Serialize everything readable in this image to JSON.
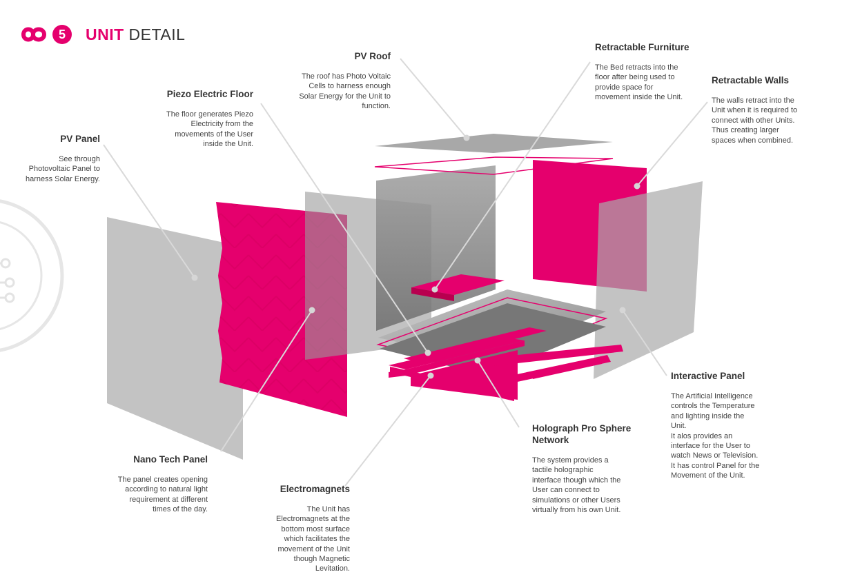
{
  "header": {
    "logo_number": "5",
    "title_bold": "UNIT",
    "title_rest": " DETAIL"
  },
  "labels": {
    "pv_roof": {
      "title": "PV Roof",
      "desc": "The roof has Photo Voltaic\nCells to harness  enough\nSolar Energy for the Unit to\nfunction."
    },
    "retractable_furniture": {
      "title": "Retractable Furniture",
      "desc": "The Bed retracts into the\nfloor after being used to\nprovide space for\nmovement inside the Unit."
    },
    "retractable_walls": {
      "title": "Retractable Walls",
      "desc": "The walls retract into the\nUnit when it is required to\nconnect with other Units.\nThus creating larger\nspaces when combined."
    },
    "piezo_floor": {
      "title": "Piezo Electric Floor",
      "desc": "The floor generates Piezo\nElectricity from the\nmovements of the User\ninside the Unit."
    },
    "pv_panel": {
      "title": "PV Panel",
      "desc": "See through\nPhotovoltaic Panel to\nharness Solar Energy."
    },
    "interactive_panel": {
      "title": "Interactive Panel",
      "desc": "The Artificial Intelligence\ncontrols the Temperature\nand lighting inside the\nUnit.\nIt alos provides an\ninterface for the User to\nwatch News or Television.\nIt has control Panel for the\nMovement of the Unit."
    },
    "holograph": {
      "title": "Holograph Pro Sphere\nNetwork",
      "desc": "The system provides a\ntactile holographic\ninterface though which the\nUser can connect to\nsimulations or other Users\nvirtually from his own Unit."
    },
    "nano_tech": {
      "title": "Nano Tech Panel",
      "desc": "The panel creates opening\naccording to natural light\nrequirement at different\ntimes of the day."
    },
    "electromagnets": {
      "title": "Electromagnets",
      "desc": "The Unit has\nElectromagnets at the\nbottom most surface\nwhich facilitates the\nmovement of the Unit\nthough Magnetic\nLevitation."
    }
  },
  "colors": {
    "accent": "#e5006d",
    "panel_grey": "#b5b5b5",
    "leader": "#d6d6d6"
  }
}
